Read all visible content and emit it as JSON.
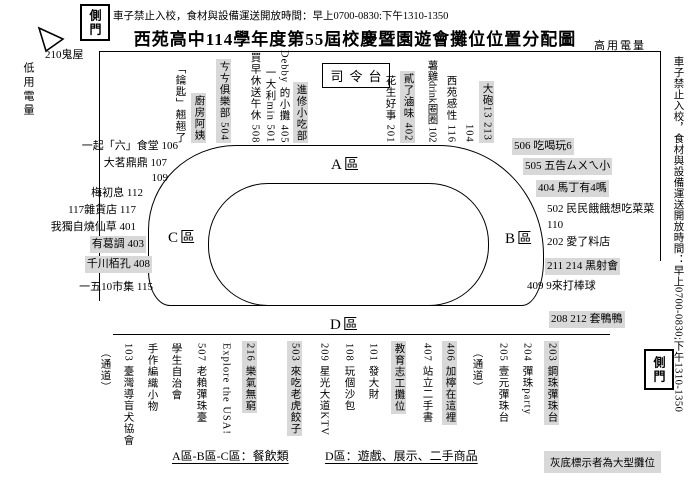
{
  "header": {
    "side_gate_top": "側門",
    "side_gate_bottom": "側門",
    "notice_top": "車子禁止入校，食材與設備運送開放時間：早上0700-0830:下午1310-1350",
    "notice_right": "車子禁止入校，食材與設備運送開放時間：早上0700-0830;下午1310-1350",
    "title": "西苑高中114學年度第55屆校慶暨園遊會攤位位置分配圖",
    "power_high": "高用電量",
    "power_low": "低用電量",
    "ghost_house": "210鬼屋"
  },
  "zones": {
    "stage": "司令台",
    "a": "A區",
    "b": "B區",
    "c": "C區",
    "d": "D區"
  },
  "stalls": {
    "top": [
      {
        "text": "「鑰匙」翹翹了",
        "large": false
      },
      {
        "text": "廚房阿姨",
        "large": true
      },
      {
        "text": "ㄘㄘ俱樂部 504",
        "large": true
      },
      {
        "text": "買早休送午休 508",
        "large": false
      },
      {
        "text": "一大利min 501",
        "large": false
      },
      {
        "text": "Debby 的小攤 405",
        "large": false
      },
      {
        "text": "進修小吃部",
        "large": true
      },
      {
        "text": "花生好事 201",
        "large": false
      },
      {
        "text": "貳了滷味 402",
        "large": true
      },
      {
        "text": "薯雞drink圈圈 102",
        "large": false
      },
      {
        "text": "西苑感性 116",
        "large": false
      },
      {
        "text": "104",
        "large": false
      },
      {
        "text": "大砲13 213",
        "large": true
      }
    ],
    "left": [
      {
        "text": "一起「六」食堂 106",
        "large": false
      },
      {
        "text": "大茗鼎鼎 107",
        "large": false
      },
      {
        "text": "109",
        "large": false
      },
      {
        "text": "梅初息 112",
        "large": false
      },
      {
        "text": "117雜貨店 117",
        "large": false
      },
      {
        "text": "我獨自燒仙草 401",
        "large": false
      },
      {
        "text": "有葛調 403",
        "large": true
      },
      {
        "text": "千川栢孔 408",
        "large": true
      },
      {
        "text": "一五10市集 115",
        "large": false
      }
    ],
    "right": [
      {
        "text": "506 吃喝玩6",
        "large": true
      },
      {
        "text": "505 五告ㄙㄨㄟ小",
        "large": true
      },
      {
        "text": "404 馬丁有4嗎",
        "large": true
      },
      {
        "text": "502 民民餓餓想吃菜菜",
        "large": false
      },
      {
        "text": "110",
        "large": false
      },
      {
        "text": "202 愛了料店",
        "large": false
      },
      {
        "text": "211 214 黑射會",
        "large": true
      },
      {
        "text": "409 9來打棒球",
        "large": false
      },
      {
        "text": "208 212 套鴨鴨",
        "large": true
      }
    ],
    "bottom": [
      {
        "text": "（通道）",
        "large": false
      },
      {
        "text": "103 臺灣導盲犬協會",
        "large": false
      },
      {
        "text": "手作編織小物",
        "large": false
      },
      {
        "text": "學生自治會",
        "large": false
      },
      {
        "text": "507 老賴彈珠臺",
        "large": false
      },
      {
        "text": "Explore the USA!",
        "large": false
      },
      {
        "text": "216 樂氣無窮",
        "large": true
      },
      {
        "text": "503 來吃老虎餃子",
        "large": true
      },
      {
        "text": "209 星光大道KTV",
        "large": false
      },
      {
        "text": "108 玩個沙包",
        "large": false
      },
      {
        "text": "101 發大財",
        "large": false
      },
      {
        "text": "教育志工攤位",
        "large": true
      },
      {
        "text": "407 站立二手書",
        "large": false
      },
      {
        "text": "406 加檸在這裡",
        "large": true
      },
      {
        "text": "（通道）",
        "large": false
      },
      {
        "text": "205 壹元彈珠台",
        "large": false
      },
      {
        "text": "204 彈珠party",
        "large": false
      },
      {
        "text": "203 鋼珠彈珠台",
        "large": true
      }
    ]
  },
  "legend": {
    "abc": "A區-B區-C區：餐飲類",
    "d": "D區：遊戲、展示、二手商品",
    "gray_note": "灰底標示者為大型攤位"
  },
  "colors": {
    "large_stall_bg": "#d8d8d8",
    "line": "#000000"
  }
}
